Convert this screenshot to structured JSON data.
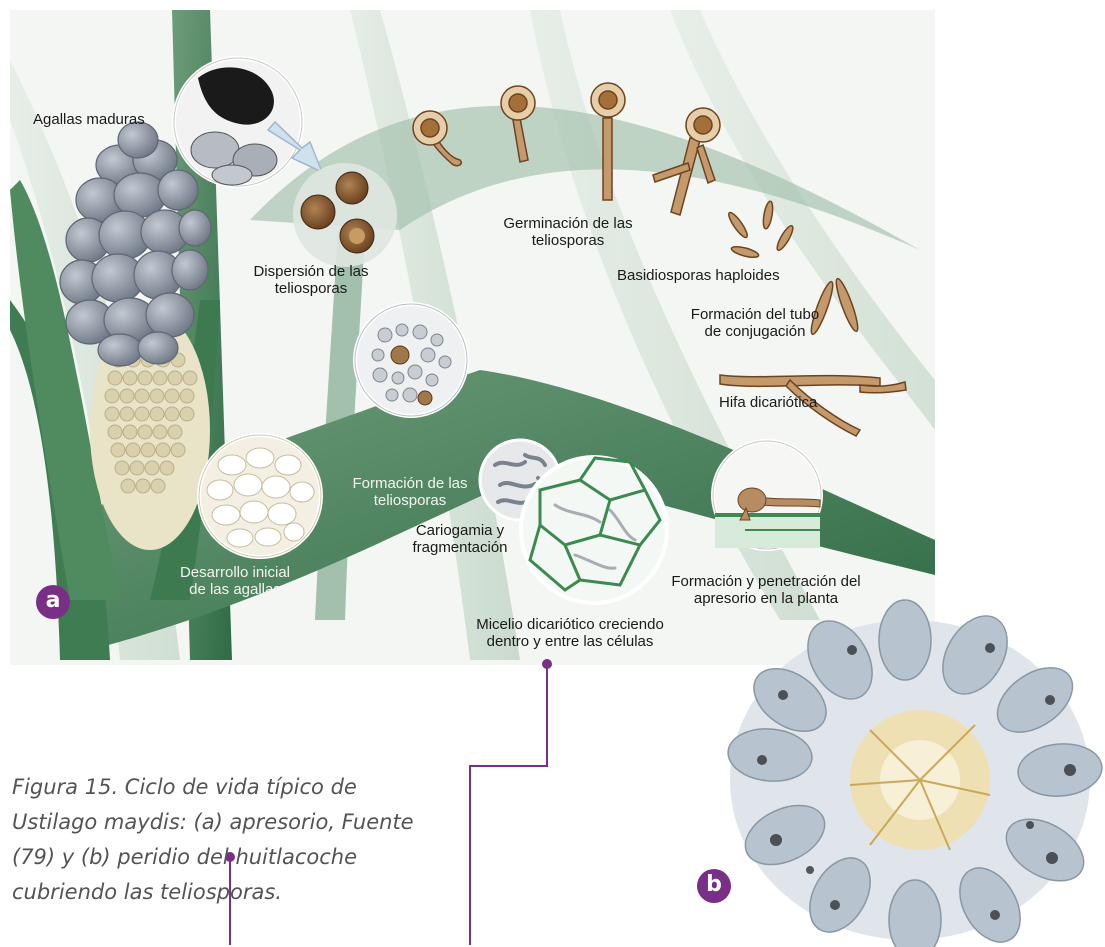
{
  "labels": {
    "agallas_maduras": "Agallas maduras",
    "dispersion": "Dispersión de las\nteliosporas",
    "germinacion": "Germinación de las\nteliosporas",
    "basidiosporas": "Basidiosporas haploides",
    "tubo": "Formación del tubo\nde conjugación",
    "hifa": "Hifa dicariótica",
    "formacion_teliosporas": "Formación de las\nteliosporas",
    "cariogamia": "Cariogamia y\nfragmentación",
    "desarrollo": "Desarrollo inicial\nde las agallas",
    "apresorio": "Formación y penetración del\napresorio en la planta",
    "micelio": "Micelio dicariótico creciendo\ndentro y entre las células"
  },
  "badges": {
    "a": "a",
    "b": "b"
  },
  "caption": "Figura 15. Ciclo de vida típico de Ustilago maydis: (a) apresorio, Fuente (79) y (b) peridio del huitlacoche cubriendo las teliosporas.",
  "colors": {
    "accent_purple": "#7a2f86",
    "leaf_green": "#4c8a5e",
    "spore_brown": "#a0774a",
    "gall_gray": "#8f98a6"
  }
}
